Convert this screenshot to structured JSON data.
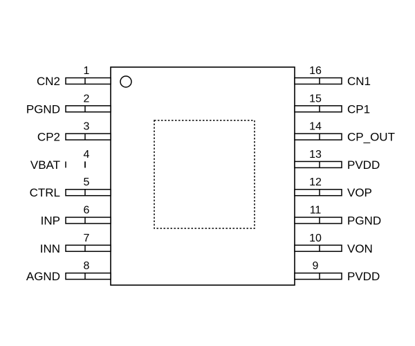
{
  "package": {
    "pin1_marker": "pin-1-dot",
    "exposed_pad": "dashed-thermal-pad",
    "colors": {
      "line": "#000000",
      "background": "#ffffff"
    }
  },
  "pins_left": [
    {
      "number": "1",
      "name": "CN2"
    },
    {
      "number": "2",
      "name": "PGND"
    },
    {
      "number": "3",
      "name": "CP2"
    },
    {
      "number": "4",
      "name": "VBAT"
    },
    {
      "number": "5",
      "name": "CTRL"
    },
    {
      "number": "6",
      "name": "INP"
    },
    {
      "number": "7",
      "name": "INN"
    },
    {
      "number": "8",
      "name": "AGND"
    }
  ],
  "pins_right": [
    {
      "number": "16",
      "name": "CN1"
    },
    {
      "number": "15",
      "name": "CP1"
    },
    {
      "number": "14",
      "name": "CP_OUT"
    },
    {
      "number": "13",
      "name": "PVDD"
    },
    {
      "number": "12",
      "name": "VOP"
    },
    {
      "number": "11",
      "name": "PGND"
    },
    {
      "number": "10",
      "name": "VON"
    },
    {
      "number": "9",
      "name": "PVDD"
    }
  ]
}
